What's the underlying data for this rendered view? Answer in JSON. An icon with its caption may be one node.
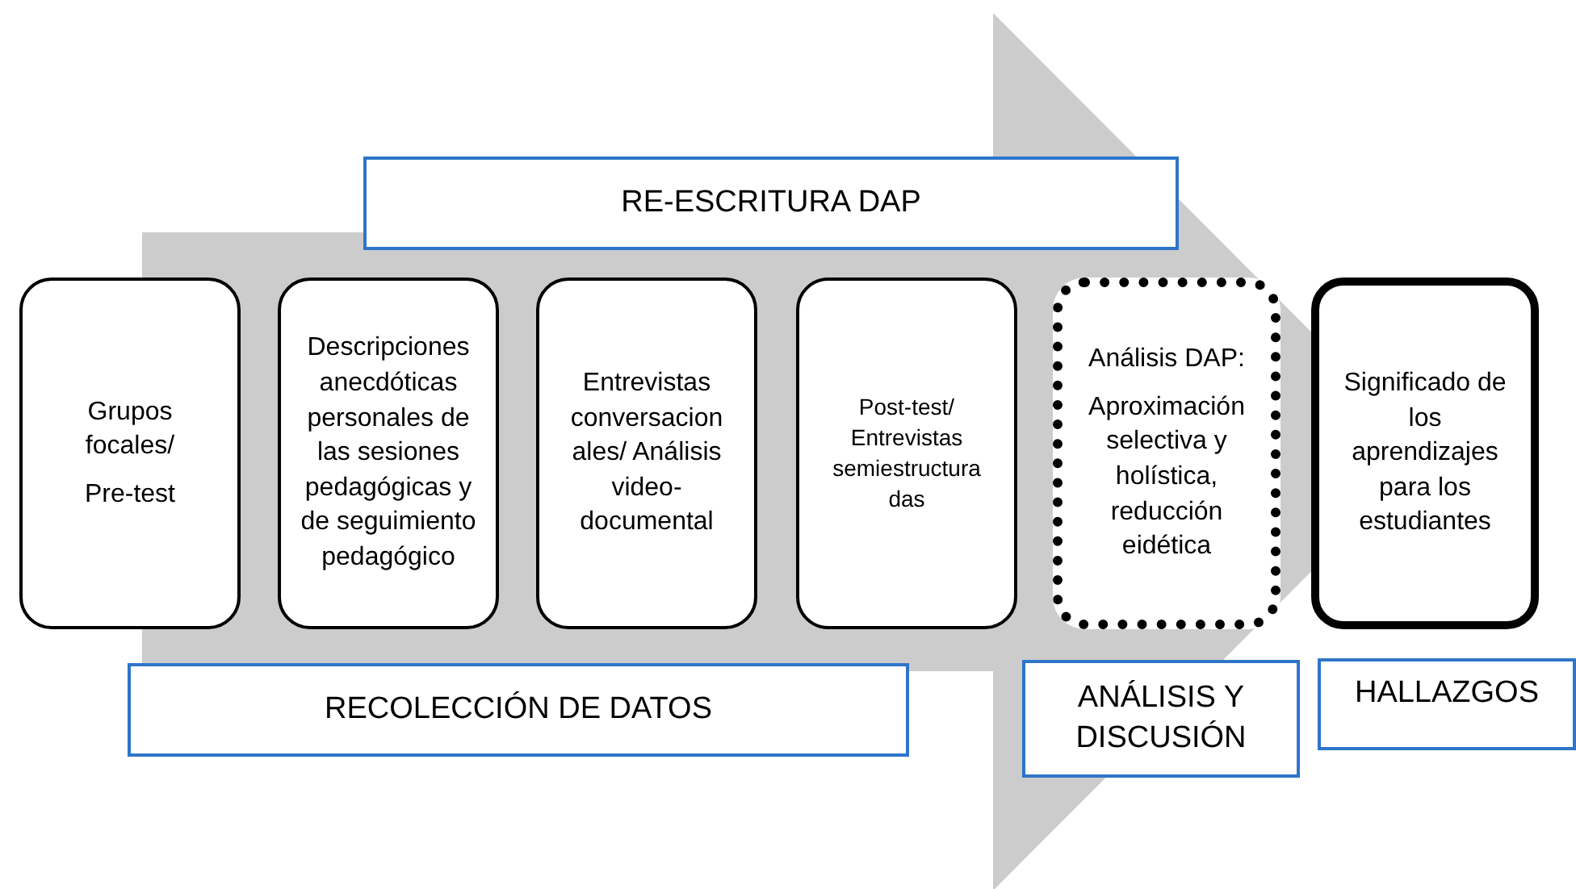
{
  "diagram": {
    "nodes": [
      {
        "text": [
          "RE-ESCRITURA DAP"
        ]
      },
      {
        "text": [
          "Grupos focales/",
          "Pre-test"
        ]
      },
      {
        "text": [
          "Descripciones anecdóticas personales de las sesiones pedagógicas y de seguimiento pedagógico"
        ]
      },
      {
        "text": [
          "Entrevistas conversacion ales/ Análisis video-documental"
        ]
      },
      {
        "text": [
          "Post-test/ Entrevistas semiestructura das"
        ]
      },
      {
        "text": [
          "Análisis DAP:",
          "Aproximación selectiva y holística, reducción eidética"
        ]
      },
      {
        "text": [
          "Significado de los aprendizajes para los estudiantes"
        ]
      },
      {
        "text": [
          "RECOLECCIÓN DE DATOS"
        ]
      },
      {
        "text": [
          "ANÁLISIS Y DISCUSIÓN"
        ]
      },
      {
        "text": [
          "HALLAZGOS"
        ]
      }
    ],
    "edges": [
      {
        "from": 1,
        "to": 6,
        "arrow": "to",
        "style": "thick",
        "color": "#cccccc"
      }
    ]
  }
}
